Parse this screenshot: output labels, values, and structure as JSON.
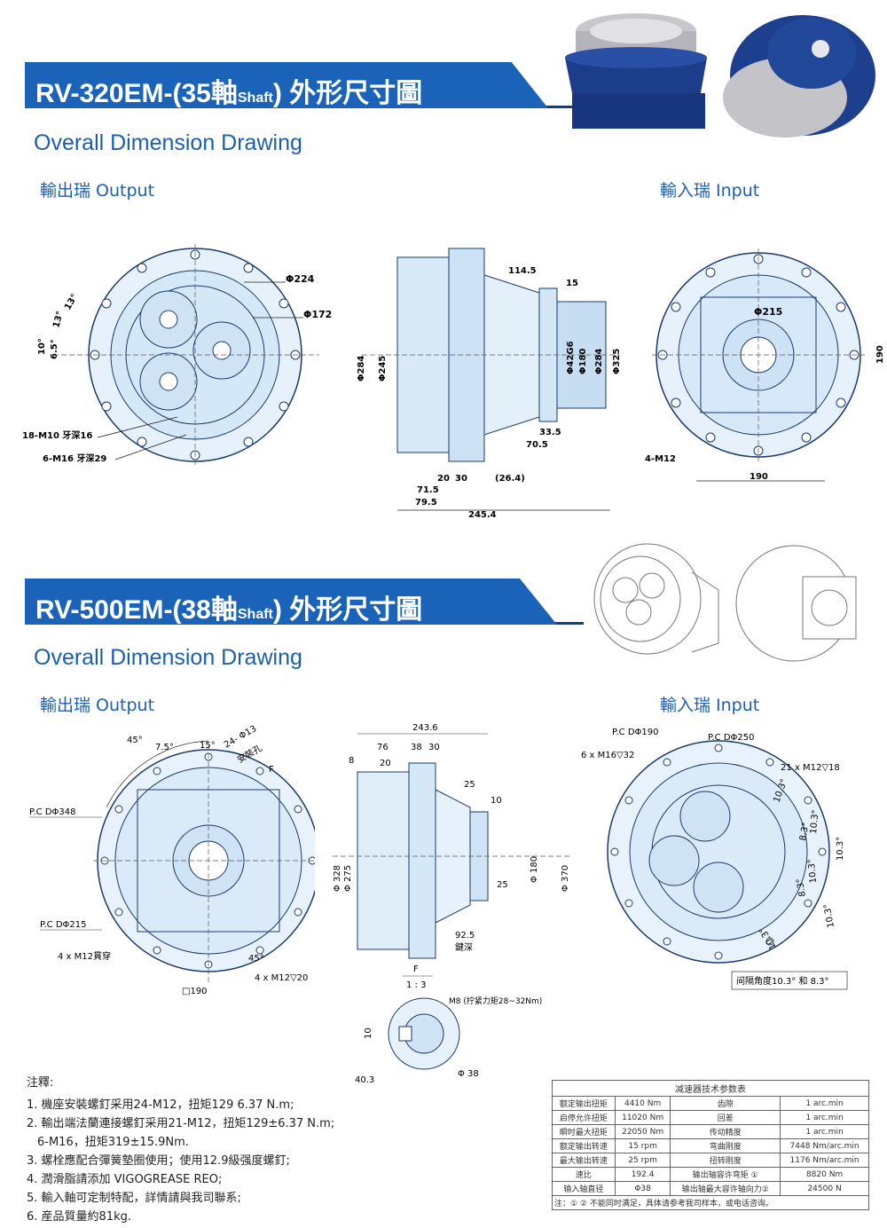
{
  "section1": {
    "title_main": "RV-320EM-(35軸",
    "title_shaft": "Shaft",
    "title_tail": ") 外形尺寸圖",
    "subtitle": "Overall Dimension Drawing",
    "output_label": "輸出瑞  Output",
    "input_label": "輸入瑞  Input",
    "dims": {
      "d224": "Φ224",
      "d172": "Φ172",
      "a10": "10°",
      "a65": "6.5°",
      "a13a": "13°",
      "a13b": "13°",
      "m10": "18-M10 牙深16",
      "m16": "6-M16 牙深29",
      "d284a": "Φ284",
      "d245": "Φ245",
      "d42": "Φ42G6",
      "d180": "Φ180",
      "d284b": "Φ284",
      "d325": "Φ325",
      "l1145": "114.5",
      "l15": "15",
      "l335": "33.5",
      "l705": "70.5",
      "l20": "20",
      "l30": "30",
      "l264": "(26.4)",
      "l715": "71.5",
      "l795": "79.5",
      "l2454": "245.4",
      "d215": "Φ215",
      "m12": "4-M12",
      "l190a": "190",
      "l190b": "190"
    }
  },
  "section2": {
    "title_main": "RV-500EM-(38軸",
    "title_shaft": "Shaft",
    "title_tail": ") 外形尺寸圖",
    "subtitle": "Overall Dimension Drawing",
    "output_label": "輸出瑞  Output",
    "input_label": "輸入瑞  Input",
    "dims": {
      "a45": "45°",
      "a75a": "7.5°",
      "a15": "15°",
      "h24": "24- Φ13",
      "h24b": "安裝孔",
      "f": "F",
      "pcd348": "P.C DΦ348",
      "pcd215": "P.C DΦ215",
      "m12thru": "4 x M12貫穿",
      "a45b": "45°",
      "m12d20": "4 x M12▽20",
      "sq190": "□190",
      "d328": "Φ 328",
      "d275": "Φ 275",
      "l2436": "243.6",
      "l76": "76",
      "l38": "38",
      "l30": "30",
      "l8": "8",
      "l20": "20",
      "l25a": "25",
      "l10": "10",
      "l25b": "25",
      "d180": "Φ 180",
      "d370": "Φ 370",
      "l925": "92.5",
      "jianshen": "鍵深",
      "pcd190": "P.C DΦ190",
      "pcd250": "P.C DΦ250",
      "m16": "6 x M16▽32",
      "m12x21": "21 x M12▽18",
      "a103a": "10.3°",
      "a83a": "8.3°",
      "a103b": "10.3°",
      "a103c": "10.3°",
      "a83b": "8.3°",
      "a103d": "10.3°",
      "a103e": "10.3°",
      "a103f": "10.3°",
      "spacing": "间隔角度10.3° 和 8.3°",
      "fview": "F",
      "scale": "1 : 3",
      "m8": "M8 (拧紧力矩28~32Nm)",
      "l10b": "10",
      "l403": "40.3",
      "d38": "Φ 38"
    }
  },
  "notes": {
    "title": "注釋:",
    "items": [
      "1. 機座安裝螺釘采用24-M12，扭矩129 6.37 N.m;",
      "2. 輸出端法蘭連接螺釘采用21-M12，扭矩129±6.37 N.m;",
      "   6-M16，扭矩319±15.9Nm.",
      "3. 螺栓應配合彈簧墊圈使用；使用12.9級强度螺釘;",
      "4. 潤滑脂請添加 VIGOGREASE REO;",
      "5. 輸入軸可定制特配，詳情請與我司聯系;",
      "6. 産品質量約81kg."
    ]
  },
  "spec_table": {
    "caption": "减速器技术参数表",
    "rows": [
      [
        "额定输出扭矩",
        "4410 Nm",
        "齿隙",
        "1 arc.min"
      ],
      [
        "启停允许扭矩",
        "11020 Nm",
        "回差",
        "1 arc.min"
      ],
      [
        "瞬时最大扭矩",
        "22050 Nm",
        "传动精度",
        "1 arc.min"
      ],
      [
        "额定输出转速",
        "15 rpm",
        "弯曲刚度",
        "7448 Nm/arc.min"
      ],
      [
        "最大输出转速",
        "25 rpm",
        "扭转刚度",
        "1176 Nm/arc.min"
      ],
      [
        "速比",
        "192.4",
        "输出轴容许弯矩 ①",
        "8820 Nm"
      ],
      [
        "输入轴直径",
        "Φ38",
        "输出轴最大容许轴向力②",
        "24500 N"
      ]
    ],
    "footnote": "注：① ② 不能同时满足，具体请参考我司样本，或电话咨询。"
  }
}
